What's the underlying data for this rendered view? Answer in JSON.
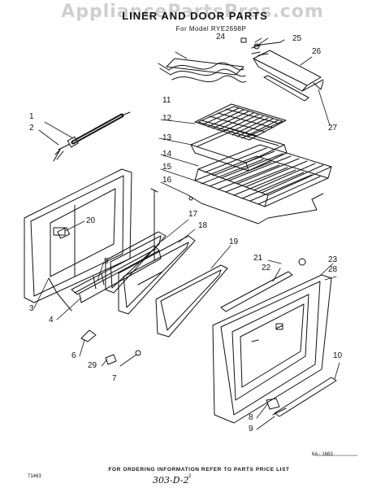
{
  "watermark": "AppliancePartsPros.com",
  "diagram": {
    "title": "LINER AND DOOR PARTS",
    "model": "For Model RYE2698P",
    "part_labels": [
      "1",
      "2",
      "3",
      "4",
      "5",
      "6",
      "7",
      "8",
      "9",
      "10",
      "11",
      "12",
      "13",
      "14",
      "15",
      "16",
      "17",
      "18",
      "19",
      "20",
      "21",
      "22",
      "23",
      "24",
      "25",
      "26",
      "27",
      "28",
      "29"
    ],
    "drawing_code": "6A - 1663",
    "footer_note": "FOR ORDERING INFORMATION REFER TO PARTS PRICE LIST",
    "corner_code": "71463",
    "page_number": "2",
    "handwritten_note": "303-D-2"
  }
}
